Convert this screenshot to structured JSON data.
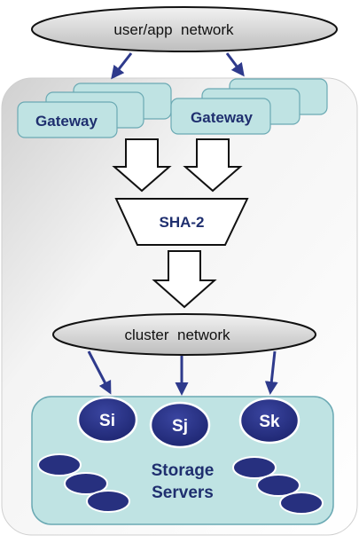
{
  "networks": {
    "user_app": "user/app  network",
    "cluster": "cluster  network"
  },
  "gateways": {
    "left": "Gateway",
    "right": "Gateway"
  },
  "hash": {
    "label": "SHA-2"
  },
  "storage": {
    "nodes": [
      "Si",
      "Sj",
      "Sk"
    ],
    "label_line1": "Storage",
    "label_line2": "Servers"
  },
  "colors": {
    "ellipse_fill": "#d6d6d6",
    "gateway_fill": "#bfe3e3",
    "storage_fill": "#bfe3e3",
    "node_fill": "#27307f",
    "arrow_line": "#2e3a8c",
    "outer_panel": "#e4e4e4"
  }
}
